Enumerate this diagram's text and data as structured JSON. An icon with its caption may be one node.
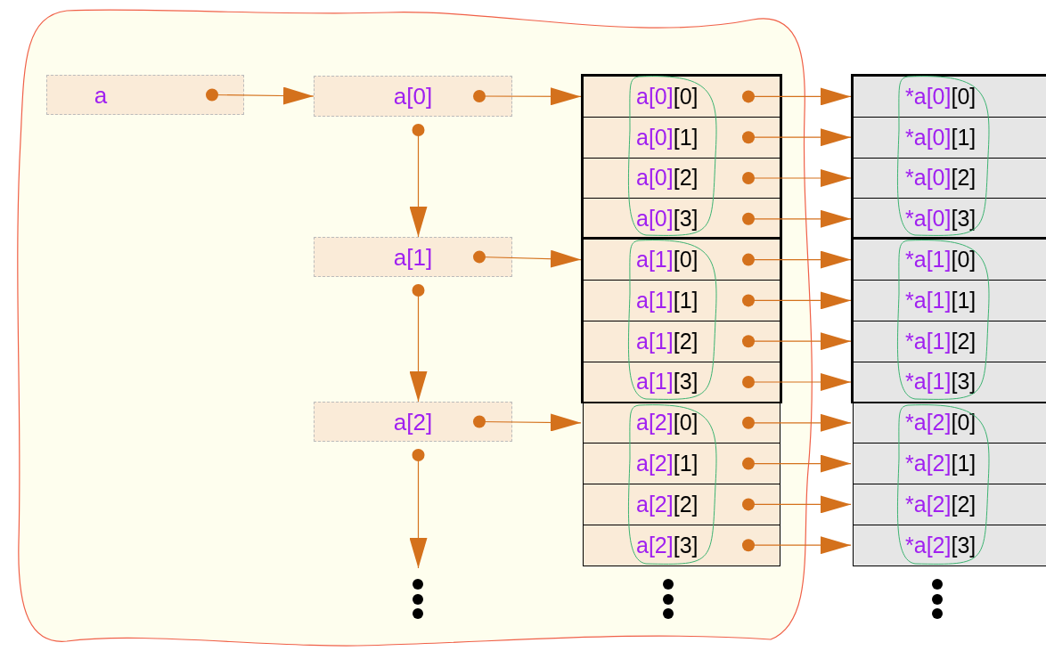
{
  "diagram": {
    "nodes": [
      {
        "text": [],
        "shape": "cloud"
      },
      {
        "text": [
          "a"
        ],
        "in": 0
      },
      {
        "text": [
          "a[0]"
        ],
        "in": 0
      },
      {
        "text": [
          "a[1]"
        ],
        "in": 0
      },
      {
        "text": [
          "a[2]"
        ],
        "in": 0
      },
      {
        "text": [],
        "shape": "box",
        "in": 0
      },
      {
        "text": [
          "a[0][0]"
        ],
        "in": 5
      },
      {
        "text": [
          "a[0][1]"
        ],
        "in": 5
      },
      {
        "text": [
          "a[0][2]"
        ],
        "in": 5
      },
      {
        "text": [
          "a[0][3]"
        ],
        "in": 5
      },
      {
        "text": [],
        "shape": "box",
        "in": 0
      },
      {
        "text": [
          "a[1][0]"
        ],
        "in": 10
      },
      {
        "text": [
          "a[1][1]"
        ],
        "in": 10
      },
      {
        "text": [
          "a[1][2]"
        ],
        "in": 10
      },
      {
        "text": [
          "a[1][3]"
        ],
        "in": 10
      },
      {
        "text": [
          "a[2][0]"
        ],
        "in": 0
      },
      {
        "text": [
          "a[2][1]"
        ],
        "in": 0
      },
      {
        "text": [
          "a[2][2]"
        ],
        "in": 0
      },
      {
        "text": [
          "a[2][3]"
        ],
        "in": 0
      },
      {
        "text": [],
        "shape": "box"
      },
      {
        "text": [
          "*a[0][0]"
        ],
        "in": 19
      },
      {
        "text": [
          "*a[0][1]"
        ],
        "in": 19
      },
      {
        "text": [
          "*a[0][2]"
        ],
        "in": 19
      },
      {
        "text": [
          "*a[0][3]"
        ],
        "in": 19
      },
      {
        "text": [],
        "shape": "box"
      },
      {
        "text": [
          "*a[1][0]"
        ],
        "in": 24
      },
      {
        "text": [
          "*a[1][1]"
        ],
        "in": 24
      },
      {
        "text": [
          "*a[1][2]"
        ],
        "in": 24
      },
      {
        "text": [
          "*a[1][3]"
        ],
        "in": 24
      },
      {
        "text": [
          "*a[2][0]"
        ]
      },
      {
        "text": [
          "*a[2][1]"
        ]
      },
      {
        "text": [
          "*a[2][2]"
        ]
      },
      {
        "text": [
          "*a[2][3]"
        ]
      }
    ],
    "edges": [
      {
        "from": 1,
        "to": 2,
        "arrow": "to"
      },
      {
        "from": 2,
        "to": 6,
        "arrow": "to"
      },
      {
        "from": 2,
        "to": 3,
        "arrow": "to"
      },
      {
        "from": 3,
        "to": 11,
        "arrow": "to"
      },
      {
        "from": 3,
        "to": 4,
        "arrow": "to"
      },
      {
        "from": 4,
        "to": 15,
        "arrow": "to"
      },
      {
        "from": 4,
        "to": null,
        "arrow": "to"
      },
      {
        "from": 6,
        "to": 20,
        "arrow": "to"
      },
      {
        "from": 7,
        "to": 21,
        "arrow": "to"
      },
      {
        "from": 8,
        "to": 22,
        "arrow": "to"
      },
      {
        "from": 9,
        "to": 23,
        "arrow": "to"
      },
      {
        "from": 11,
        "to": 25,
        "arrow": "to"
      },
      {
        "from": 12,
        "to": 26,
        "arrow": "to"
      },
      {
        "from": 13,
        "to": 27,
        "arrow": "to"
      },
      {
        "from": 14,
        "to": 28,
        "arrow": "to"
      },
      {
        "from": 15,
        "to": 29,
        "arrow": "to"
      },
      {
        "from": 16,
        "to": 30,
        "arrow": "to"
      },
      {
        "from": 17,
        "to": 31,
        "arrow": "to"
      },
      {
        "from": 18,
        "to": 32,
        "arrow": "to"
      }
    ]
  }
}
